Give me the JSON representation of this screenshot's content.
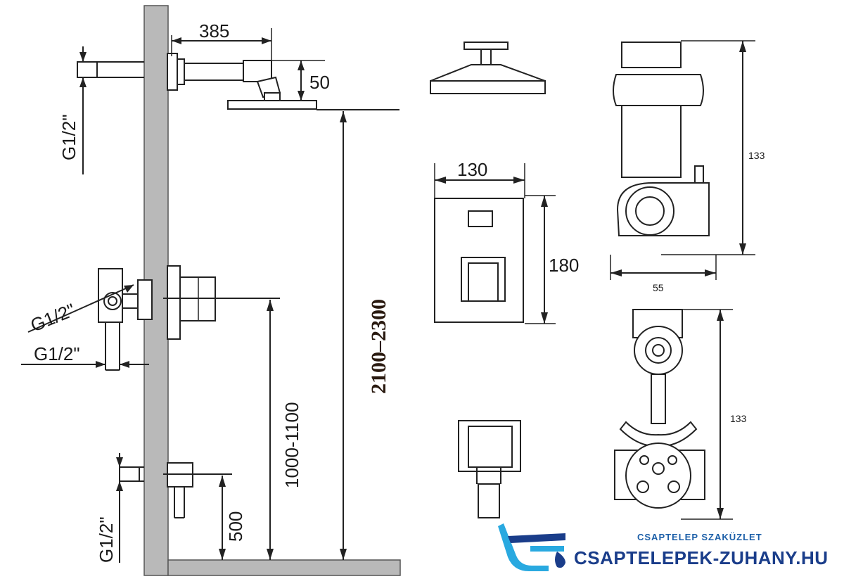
{
  "dimensions": {
    "arm_length": "385",
    "arm_drop": "50",
    "head_height": "2100–2300",
    "mixer_height": "1000-1100",
    "outlet_height": "500",
    "plate_width": "130",
    "plate_height": "180",
    "valve_height_top": "133",
    "valve_depth": "55",
    "valve_height_bottom": "133"
  },
  "thread_labels": {
    "arm_inlet": "G1/2\"",
    "mixer_in_1": "G1/2\"",
    "mixer_in_2": "G1/2\"",
    "outlet_inlet": "G1/2\""
  },
  "branding": {
    "tagline": "CSAPTELEP SZAKÜZLET",
    "site": "CSAPTELEPEK-ZUHANY.HU",
    "colors": {
      "blue": "#1a3d8a",
      "light_blue": "#29a9e0"
    },
    "icon": "faucet-drop-logo-icon"
  }
}
